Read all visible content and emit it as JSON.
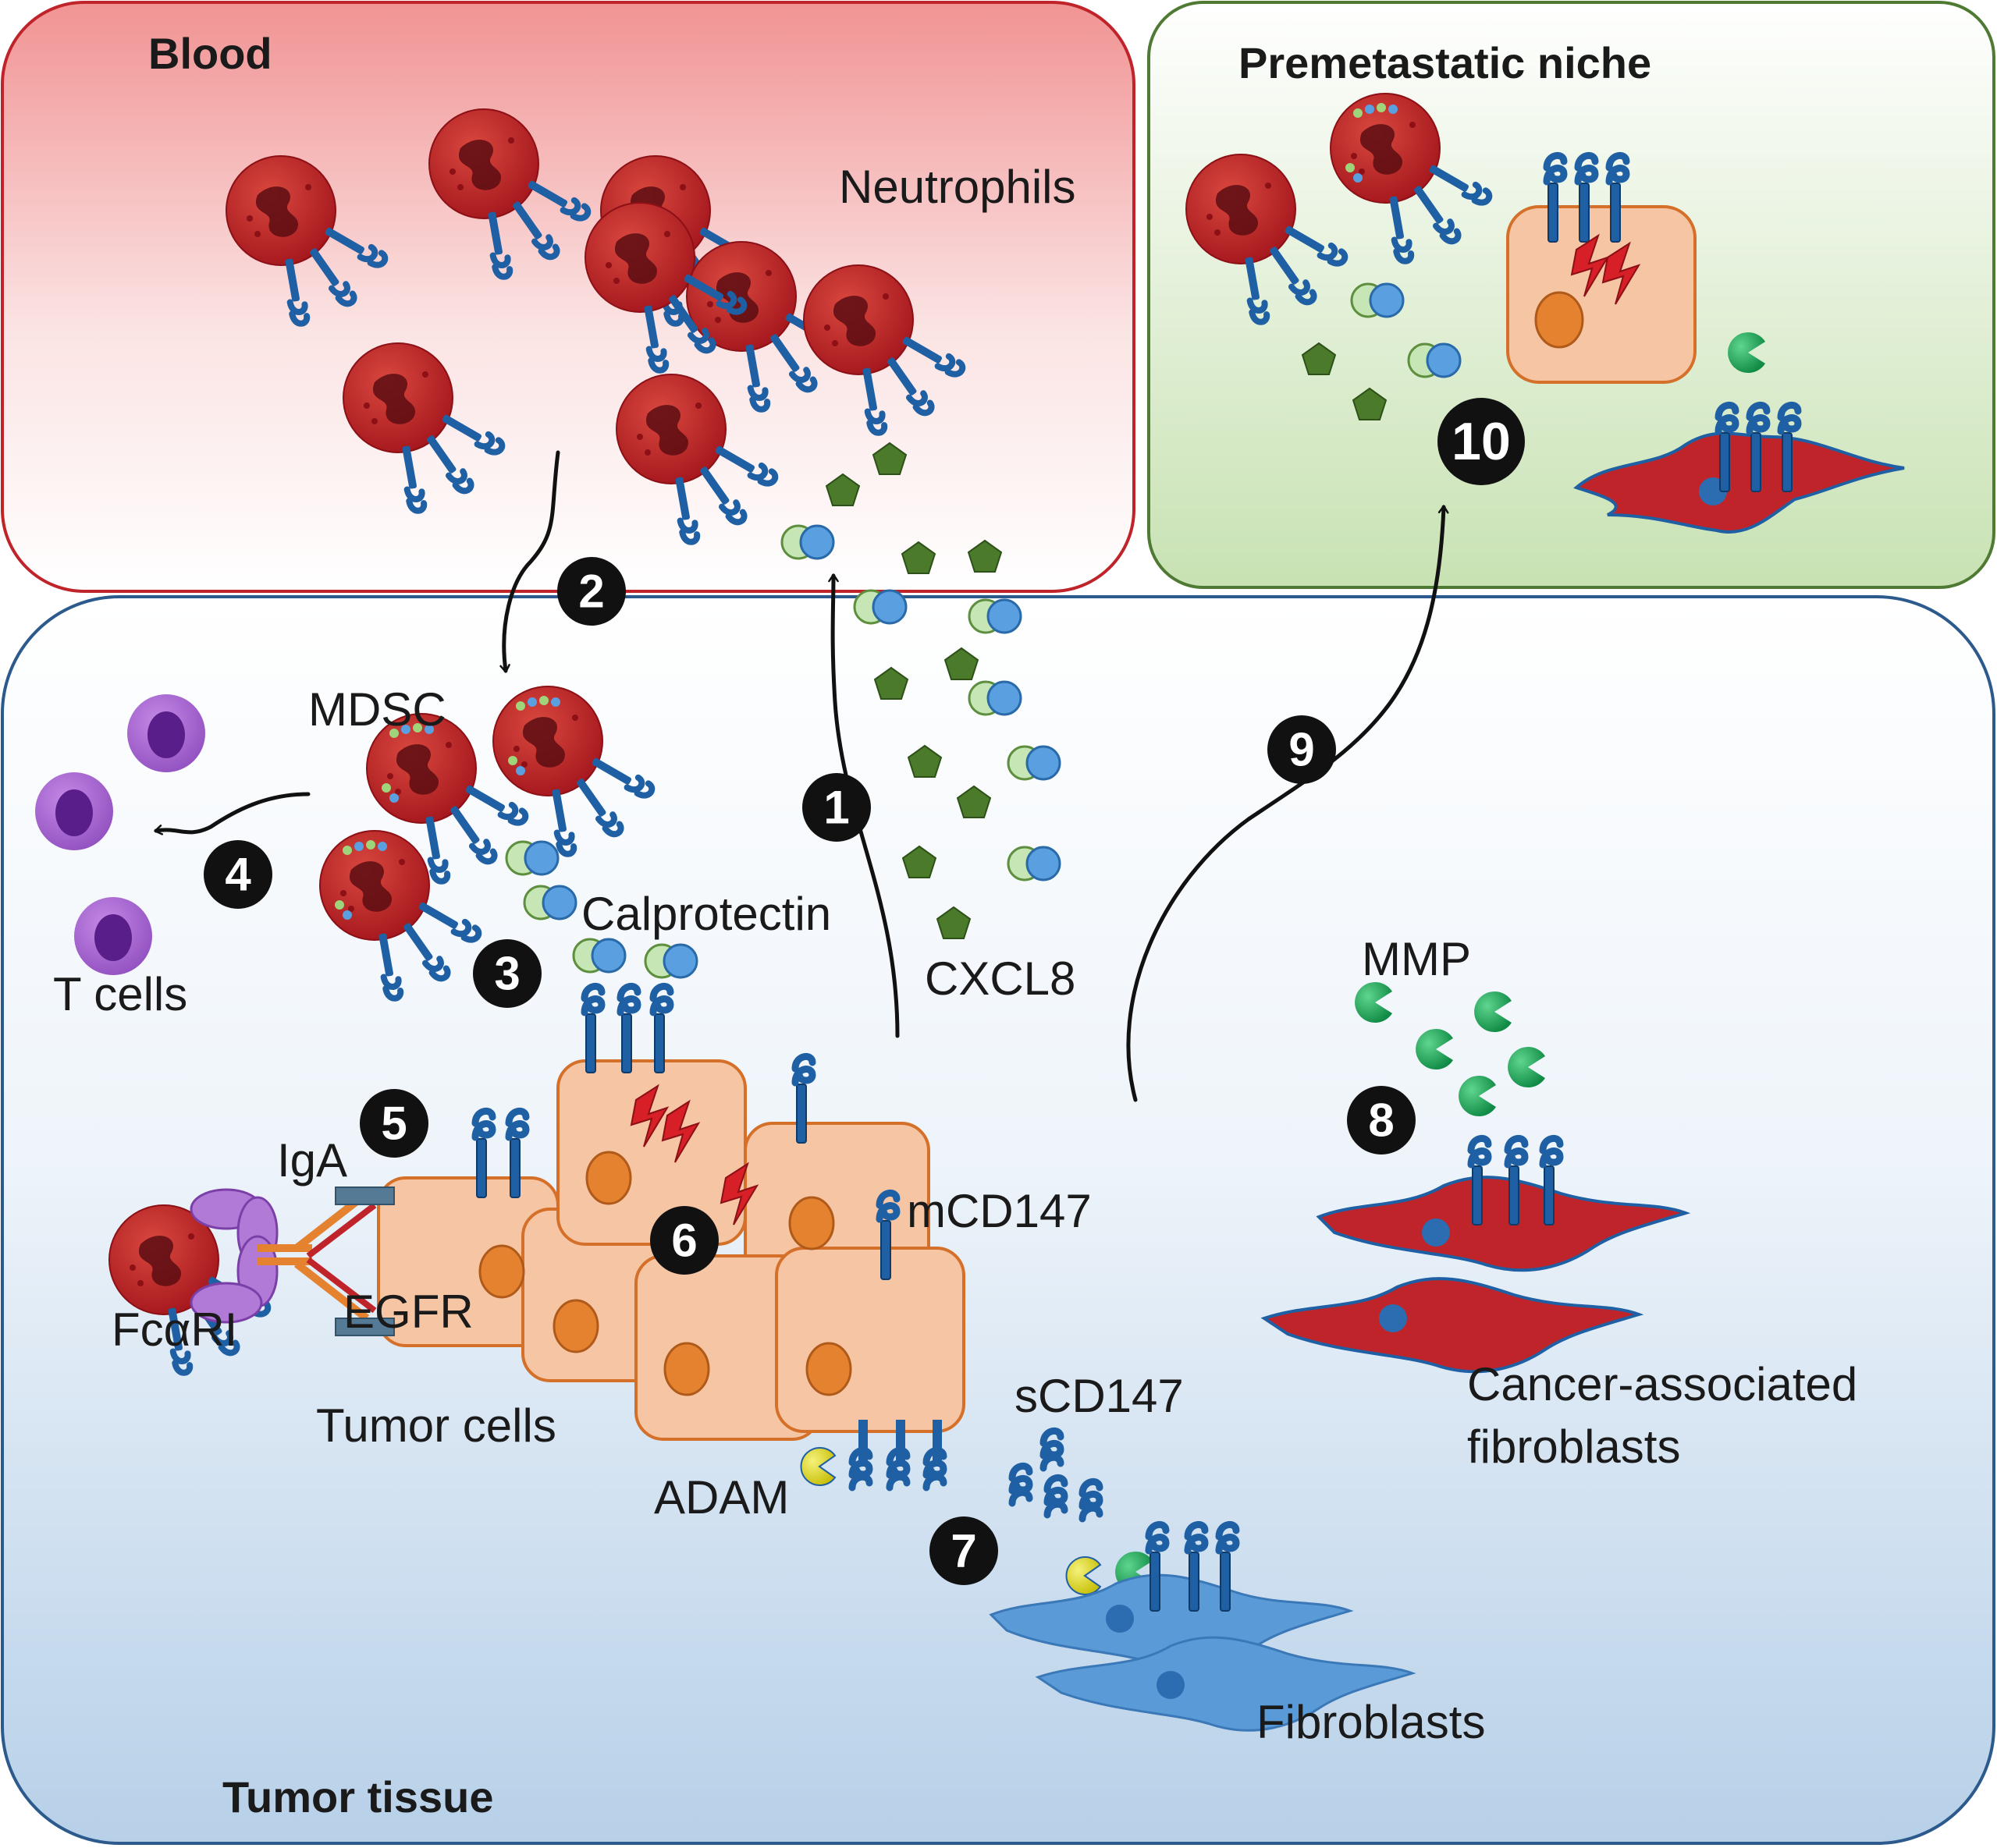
{
  "compartments": {
    "blood": "Blood",
    "niche": "Premetastatic niche",
    "tumor": "Tumor tissue"
  },
  "labels": {
    "neutrophils": "Neutrophils",
    "mdsc": "MDSC",
    "t_cells": "T cells",
    "calprotectin": "Calprotectin",
    "cxcl8": "CXCL8",
    "iga": "IgA",
    "egfr": "EGFR",
    "fcari": "FcαRI",
    "mcd147": "mCD147",
    "scd147": "sCD147",
    "tumor_cells": "Tumor cells",
    "adam": "ADAM",
    "mmp": "MMP",
    "caf_line1": "Cancer-associated",
    "caf_line2": "fibroblasts",
    "fibroblasts": "Fibroblasts"
  },
  "steps": [
    "1",
    "2",
    "3",
    "4",
    "5",
    "6",
    "7",
    "8",
    "9",
    "10"
  ],
  "colors": {
    "blood_fill": "#f29a9a",
    "blood_border": "#c0242b",
    "niche_fill": "#cfe6bd",
    "niche_border": "#4f7a34",
    "tumor_fill": "#c9dcee",
    "tumor_border": "#2c5a8c",
    "neutrophil": "#c0242b",
    "receptor": "#1f5fa3",
    "tumor_cell": "#f6c5a4",
    "nucleus": "#e58230",
    "cxcl8": "#4a7a2a",
    "mmp": "#1faa60",
    "adam": "#e8e22a",
    "t_cell": "#a35ecc",
    "fibroblast": "#5a9ad6",
    "caf": "#c0242b"
  }
}
